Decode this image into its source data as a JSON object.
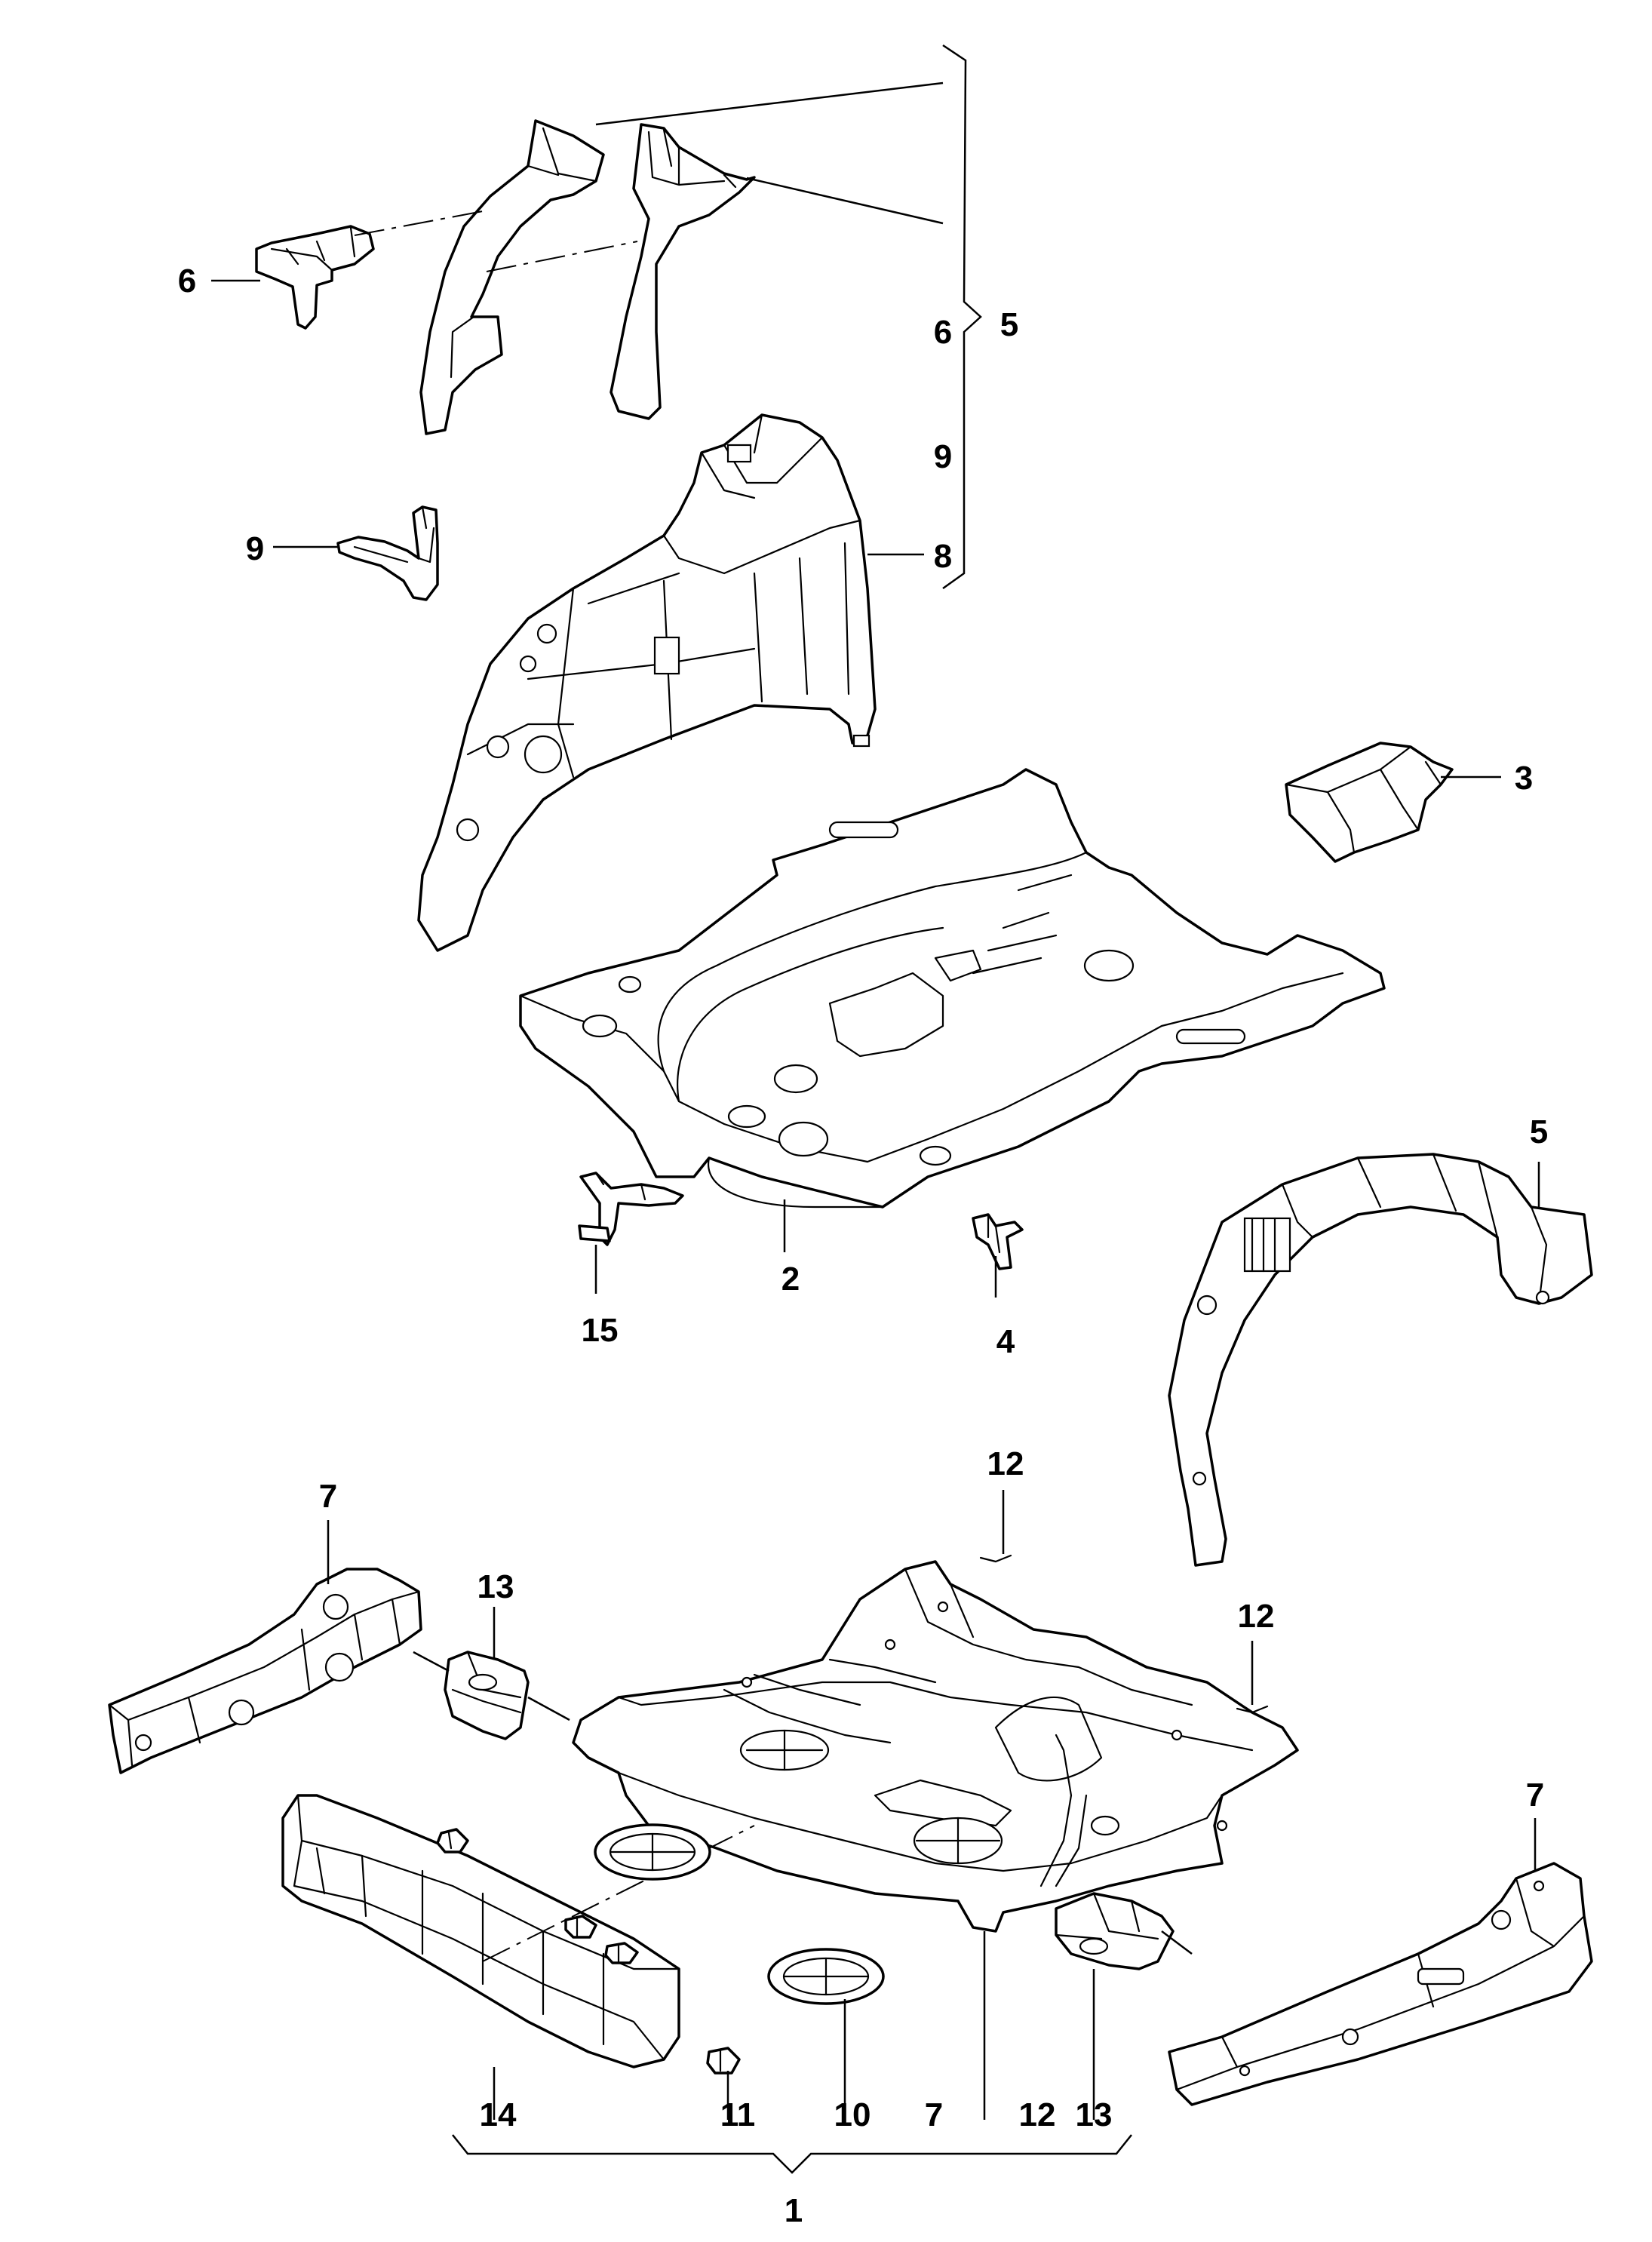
{
  "callouts": {
    "c1": "1",
    "c2": "2",
    "c3": "3",
    "c4": "4",
    "c5_top": "5",
    "c5_right": "5",
    "c6_left": "6",
    "c6_group": "6",
    "c7_left": "7",
    "c7_right": "7",
    "c7_bottom": "7",
    "c8": "8",
    "c9_left": "9",
    "c9_group": "9",
    "c10": "10",
    "c11": "11",
    "c12_top": "12",
    "c12_mid": "12",
    "c12_bottom": "12",
    "c13_left": "13",
    "c13_bottom": "13",
    "c14": "14",
    "c15": "15"
  }
}
